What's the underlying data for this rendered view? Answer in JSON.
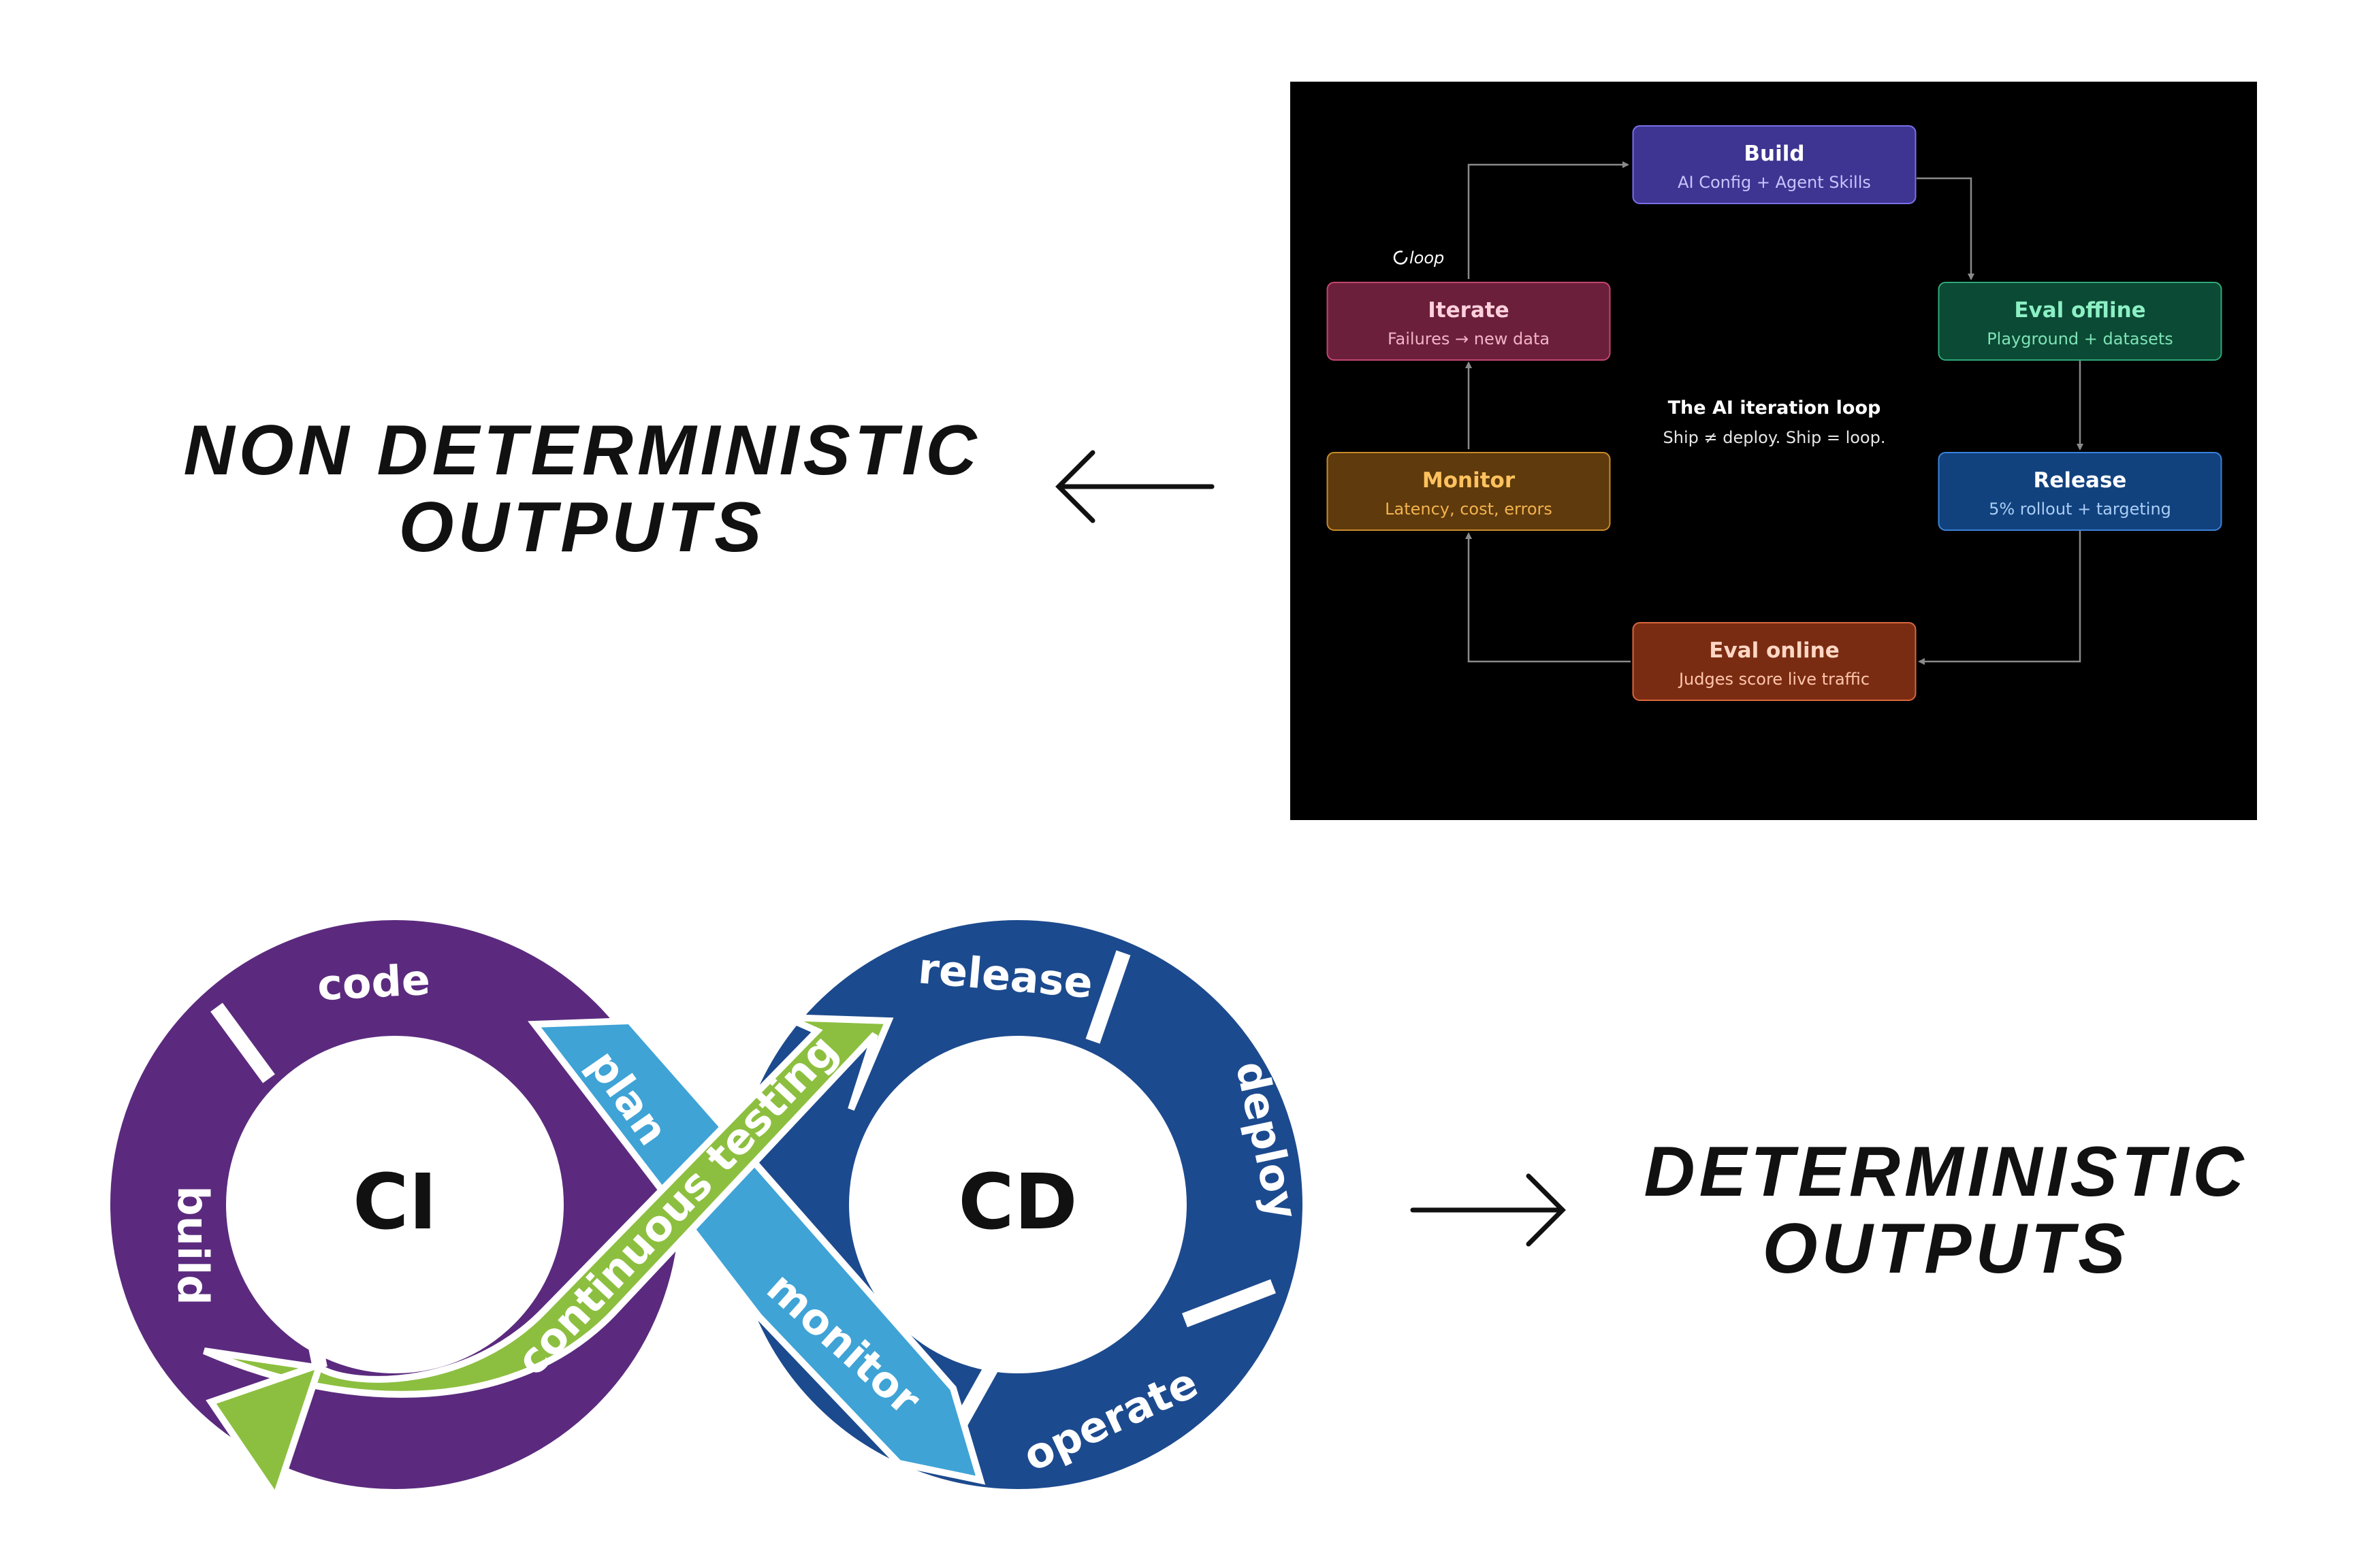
{
  "captions": {
    "top_line1": "NON DETERMINISTIC",
    "top_line2": "OUTPUTS",
    "bottom_line1": "DETERMINISTIC",
    "bottom_line2": "OUTPUTS"
  },
  "ai_loop": {
    "loop_label": "loop",
    "center_title": "The AI iteration loop",
    "center_subtitle": "Ship ≠ deploy. Ship = loop.",
    "boxes": [
      {
        "key": "build",
        "title": "Build",
        "subtitle": "AI Config + Agent Skills",
        "fill": "#3d3591",
        "stroke": "#7a70e8",
        "title_color": "#ffffff",
        "sub_color": "#c9c3ff"
      },
      {
        "key": "eval-offline",
        "title": "Eval offline",
        "subtitle": "Playground + datasets",
        "fill": "#0b4a35",
        "stroke": "#2fa878",
        "title_color": "#8cf0c4",
        "sub_color": "#7fe3b6"
      },
      {
        "key": "release",
        "title": "Release",
        "subtitle": "5% rollout + targeting",
        "fill": "#11427e",
        "stroke": "#3b82d9",
        "title_color": "#ffffff",
        "sub_color": "#a9cdf5"
      },
      {
        "key": "eval-online",
        "title": "Eval online",
        "subtitle": "Judges score live traffic",
        "fill": "#7a2c13",
        "stroke": "#d8673d",
        "title_color": "#ffd7c4",
        "sub_color": "#ffc6ab"
      },
      {
        "key": "monitor",
        "title": "Monitor",
        "subtitle": "Latency, cost, errors",
        "fill": "#5e3a0c",
        "stroke": "#c98a2c",
        "title_color": "#ffc25e",
        "sub_color": "#f3b24e"
      },
      {
        "key": "iterate",
        "title": "Iterate",
        "subtitle": "Failures → new data",
        "fill": "#6b1f3b",
        "stroke": "#c2476f",
        "title_color": "#ffd0dc",
        "sub_color": "#f2b3c6"
      }
    ]
  },
  "cicd": {
    "ci_label": "CI",
    "cd_label": "CD",
    "segments": {
      "code": "code",
      "build": "build",
      "plan": "plan",
      "continuous_testing": "continuous testing",
      "release": "release",
      "deploy": "deploy",
      "operate": "operate",
      "monitor": "monitor"
    },
    "colors": {
      "purple": "#5b2a7e",
      "green": "#8cbf3f",
      "light_blue": "#3fa3d6",
      "dark_blue": "#1c4a8e"
    }
  }
}
